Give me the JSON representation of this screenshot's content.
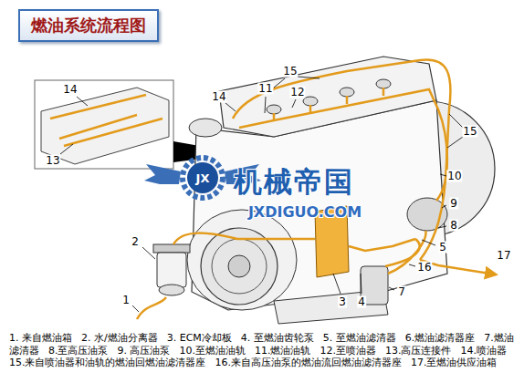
{
  "diagram": {
    "title": "燃油系统流程图",
    "labels": [
      "14",
      "13",
      "15",
      "14",
      "11",
      "12",
      "15",
      "10",
      "9",
      "8",
      "5",
      "16",
      "17",
      "7",
      "4",
      "3",
      "2",
      "1",
      "JX",
      "机械帝国",
      "JXDIGUO.COM",
      "1. 来自燃油箱",
      "2. 水/燃油分离器",
      "3. ECM冷却板",
      "4. 至燃油齿轮泵",
      "5. 至燃油滤清器",
      "6.燃油滤清器座",
      "7.燃油滤清器",
      "8.至高压油泵",
      "9. 高压油泵",
      "10.至燃油油轨",
      "11.燃油油轨",
      "12.至喷油器",
      "13.高压连接件",
      "14.喷油器",
      "15.来自喷油器和油轨的燃油回燃油滤清器座",
      "16.来自高压油泵的燃油流回燃油滤清器座",
      "17.至燃油供应油箱"
    ]
  }
}
